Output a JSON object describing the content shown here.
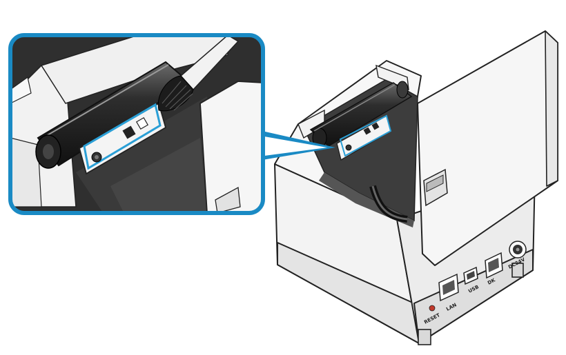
{
  "figure": {
    "subject": "printer-sensor-cleaning",
    "callout_color": "#1a8ac4",
    "highlight_color": "#2a9fd6"
  },
  "rear_panel": {
    "labels": [
      "RESET",
      "LAN",
      "USB",
      "DK",
      "DC24V"
    ]
  }
}
